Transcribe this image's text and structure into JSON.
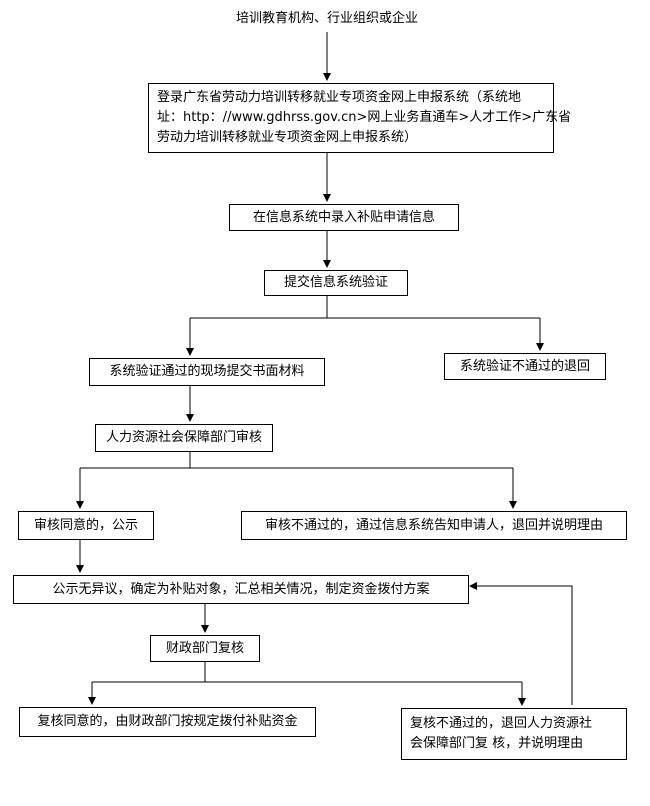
{
  "start": "培训教育机构、行业组织或企业",
  "login": {
    "line1": "登录广东省劳动力培训转移就业专项资金网上申报系统（系统地",
    "line2": "址：http：//www.gdhrss.gov.cn>网上业务直通车>人才工作>广东省",
    "line3": "劳动力培训转移就业专项资金网上申报系统）"
  },
  "input_info": "在信息系统中录入补贴申请信息",
  "submit_verify": "提交信息系统验证",
  "verify_pass": "系统验证通过的现场提交书面材料",
  "verify_fail": "系统验证不通过的退回",
  "hr_review": "人力资源社会保障部门审核",
  "review_agree": "审核同意的，公示",
  "review_reject": "审核不通过的，通过信息系统告知申请人，退回并说明理由",
  "publicity": "公示无异议，确定为补贴对象，汇总相关情况，制定资金拨付方案",
  "finance_recheck": "财政部门复核",
  "recheck_agree": "复核同意的，由财政部门按规定拨付补贴资金",
  "recheck_reject": {
    "line1": "复核不通过的，退回人力资源社",
    "line2": "会保障部门复 核，并说明理由"
  }
}
